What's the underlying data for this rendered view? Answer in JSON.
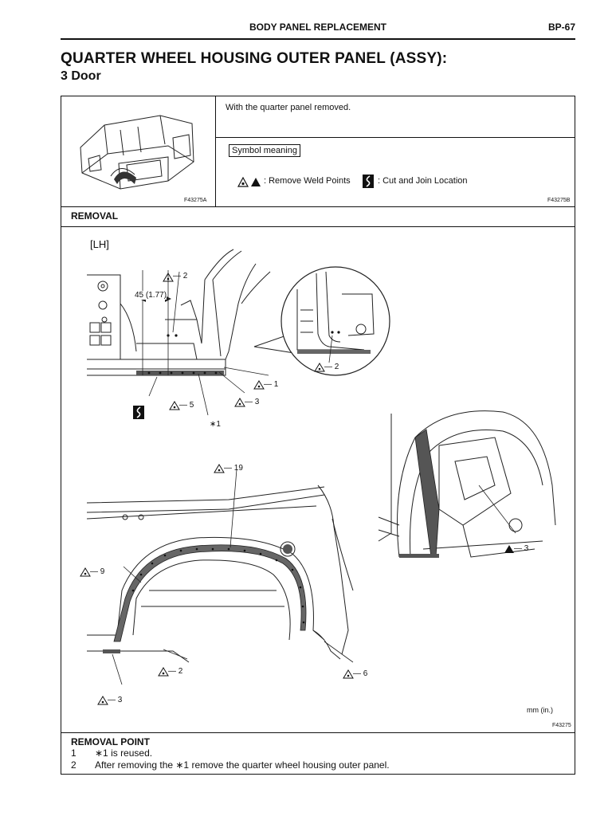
{
  "header": {
    "section": "BODY PANEL REPLACEMENT",
    "page": "BP-67"
  },
  "title": "QUARTER WHEEL HOUSING OUTER PANEL (ASSY):",
  "subtitle": "3 Door",
  "intro": {
    "condition": "With the quarter panel removed.",
    "image_code_left": "F43275A",
    "image_code_right": "F43275B",
    "symbol_title": "Symbol meaning",
    "symbol_weld": ": Remove Weld Points",
    "symbol_cut": ": Cut and Join Location"
  },
  "removal": {
    "heading": "REMOVAL",
    "side_label": "[LH]",
    "dimension": "45 (1.77)",
    "callouts": {
      "top_2": "— 2",
      "top_1": "— 1",
      "top_3": "— 3",
      "top_5": "— 5",
      "star1": "∗1",
      "inset_2": "— 2",
      "wheel_19": "— 19",
      "wheel_9": "— 9",
      "wheel_2": "— 2",
      "wheel_3": "— 3",
      "wheel_6": "— 6",
      "right_3": "— 3"
    },
    "units": "mm (in.)",
    "figure_code": "F43275"
  },
  "removal_point": {
    "heading": "REMOVAL POINT",
    "items": [
      {
        "num": "1",
        "text": "∗1 is reused."
      },
      {
        "num": "2",
        "text": "After removing the ∗1 remove the quarter wheel housing outer panel."
      }
    ]
  }
}
